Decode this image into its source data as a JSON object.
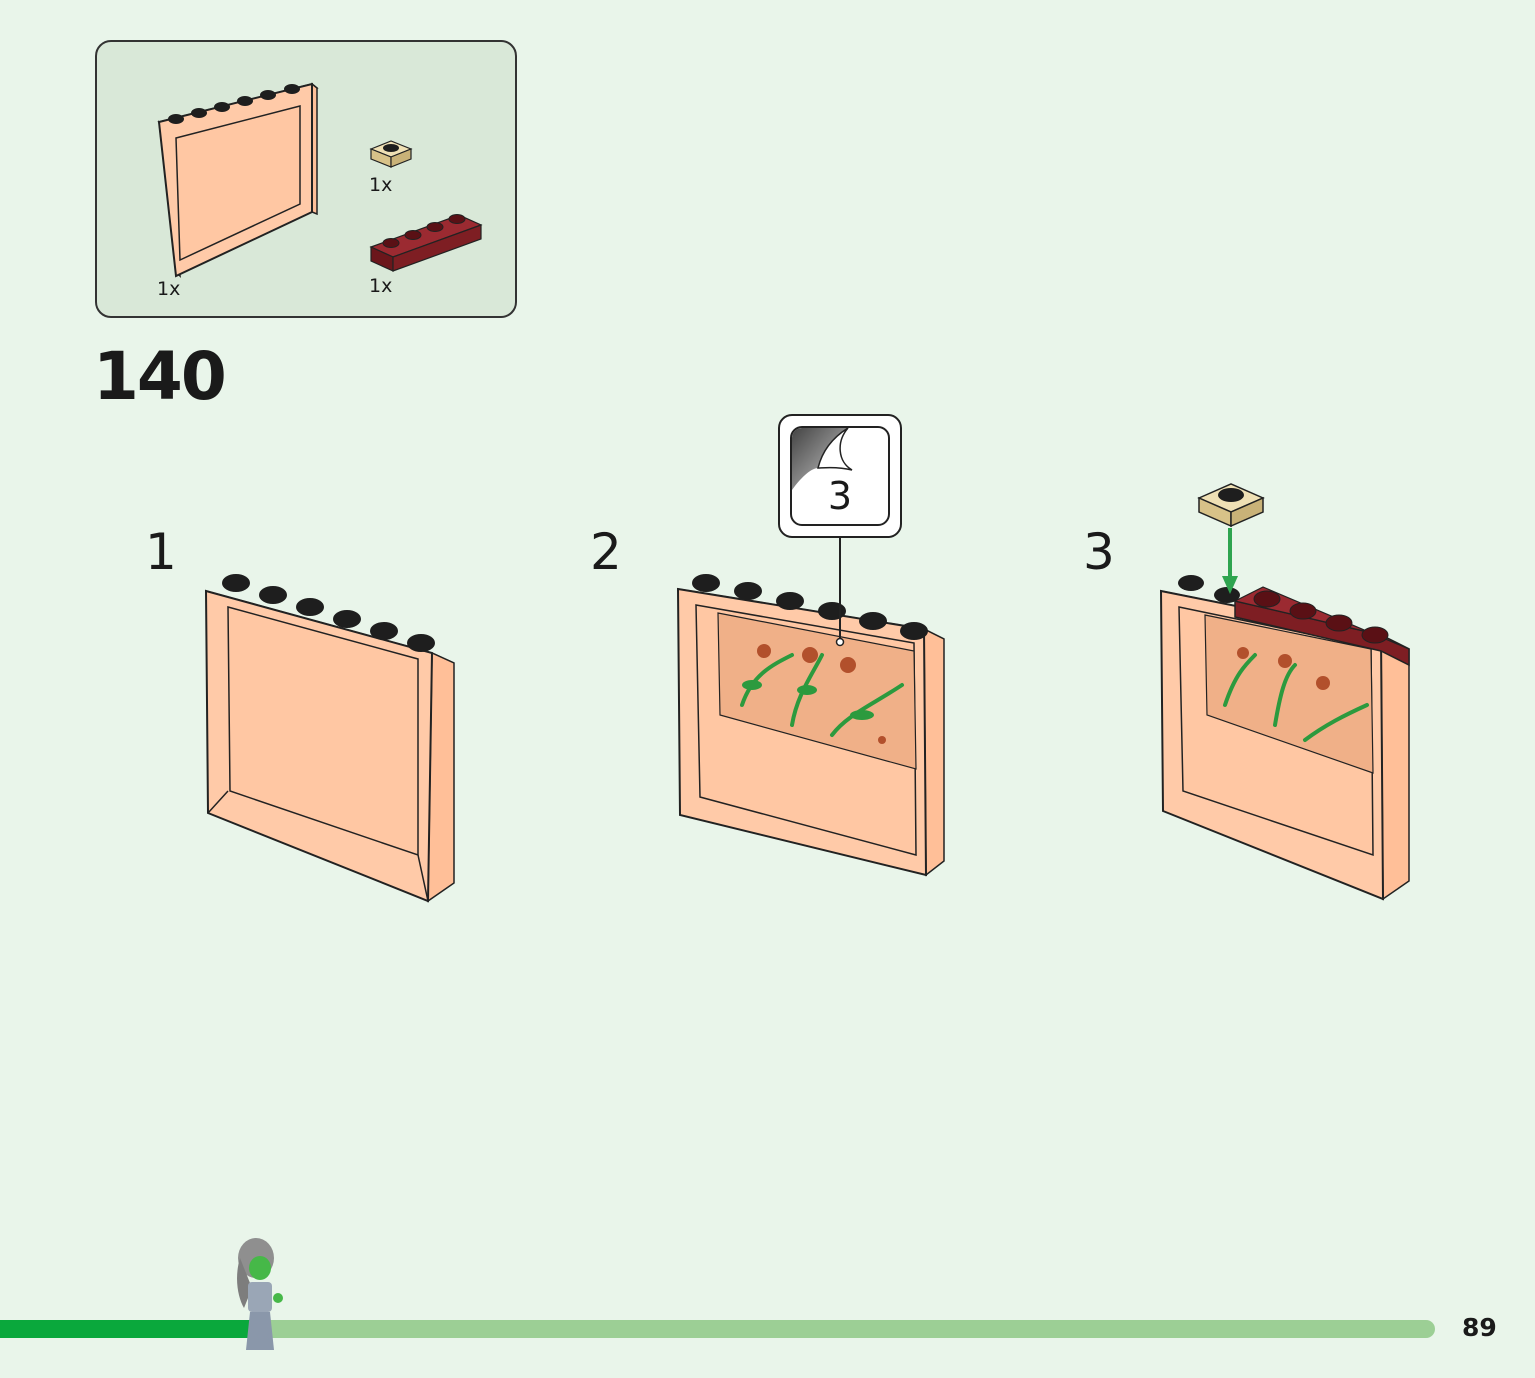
{
  "parts_list": {
    "items": [
      {
        "qty": "1x",
        "name": "panel-1x6x5",
        "color": "#ffcaa8"
      },
      {
        "qty": "1x",
        "name": "plate-1x1",
        "color": "#e3cf9c"
      },
      {
        "qty": "1x",
        "name": "plate-1x4",
        "color": "#7e1e23"
      }
    ]
  },
  "step": {
    "number": "140"
  },
  "substeps": [
    {
      "label": "1"
    },
    {
      "label": "2",
      "sticker": "3"
    },
    {
      "label": "3"
    }
  ],
  "progress": {
    "fraction": 0.18
  },
  "page": {
    "number": "89"
  },
  "colors": {
    "background": "#e9f5ea",
    "panel": "#ffcaa8",
    "stud": "#1e1e1e",
    "dark_red": "#7e1e23",
    "tan": "#e3cf9c",
    "progress_fill": "#0aa83c",
    "progress_track": "#9ccf95",
    "arrow": "#2ea44f"
  }
}
